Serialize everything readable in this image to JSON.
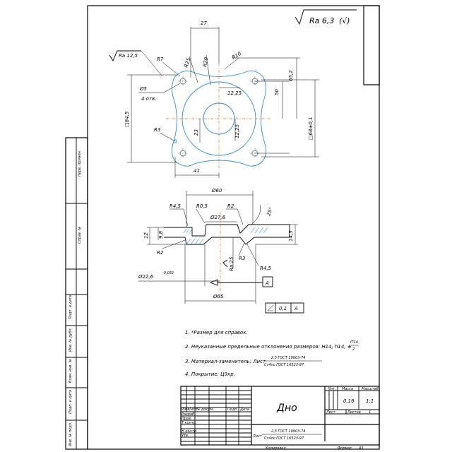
{
  "roughness": {
    "general": "Ra 6,3",
    "general_suffix": "(√)",
    "local": "Ra 12,5"
  },
  "plan_view": {
    "dims": {
      "width_top": "27",
      "r7": "R7",
      "r25": "R25",
      "r20": "R20",
      "r10": "R10",
      "dim_65_2": "65,2",
      "dim_50": "50",
      "dim_12_25_a": "12,25",
      "dim_12_25_b": "12,25",
      "dim_23": "23",
      "holes": "Ø5",
      "holes_count": "4 отв.",
      "r3": "R3",
      "bottom_width": "41",
      "side_left": "□84,5",
      "side_right": "□68±0,1"
    }
  },
  "section_view": {
    "dims": {
      "top_dia": "Ø60",
      "r4_5_top": "R4,5",
      "r0_5": "R0,5",
      "r2_top": "R2",
      "inner_dia": "Ø27,6",
      "angle": "25°",
      "h12": "12",
      "h9_8": "9,8",
      "h14_5": "14,5",
      "r2_bottom": "R2",
      "ra25": "Ra 25",
      "r3": "R3",
      "r4_5_bottom": "R4,5",
      "hole_dia": "Ø22,6",
      "hole_tol": "-0,052",
      "datum": "A",
      "bottom_dia": "Ø65"
    },
    "tolerance": {
      "value": "0,1",
      "datum": "A"
    }
  },
  "notes": [
    "1. *Размер для справок.",
    "2. Неуказанные предельные отклонения размеров: H14, h14, ±",
    "3. Материал-заменитель: Лист",
    "4. Покрытие: Ц9хр."
  ],
  "note2_fraction": {
    "num": "IT14",
    "den": "2"
  },
  "note3_fraction": {
    "num": "2,5 ГОСТ 19903-74",
    "den": "Ст4пс ГОСТ 16523-97"
  },
  "side_labels": [
    "Перв. примен.",
    "Справ. №",
    "Подп. и дата",
    "Инв. № дубл.",
    "Взам. инв. №",
    "Подп. и дата",
    "Инв. № подл."
  ],
  "title_block": {
    "part_name": "Дно",
    "material_num": "2,5 ГОСТ 19903-74",
    "material_den": "Ст4пс ГОСТ 16523-97",
    "material_prefix": "Лист",
    "header_lit": "Лит.",
    "header_mass": "Масса",
    "header_scale": "Масштаб",
    "mass": "0,16",
    "scale": "1:1",
    "sheet_label": "Лист",
    "sheets_label": "Листов",
    "sheets_value": "1",
    "cols": [
      "Изм.",
      "Лист",
      "№ докум.",
      "Подп.",
      "Дата"
    ],
    "rows": [
      "Разраб.",
      "Пров.",
      "Т.контр.",
      "",
      "Н.контр.",
      "Утв."
    ],
    "copied": "Копировал",
    "format": "Формат",
    "format_value": "A3"
  }
}
